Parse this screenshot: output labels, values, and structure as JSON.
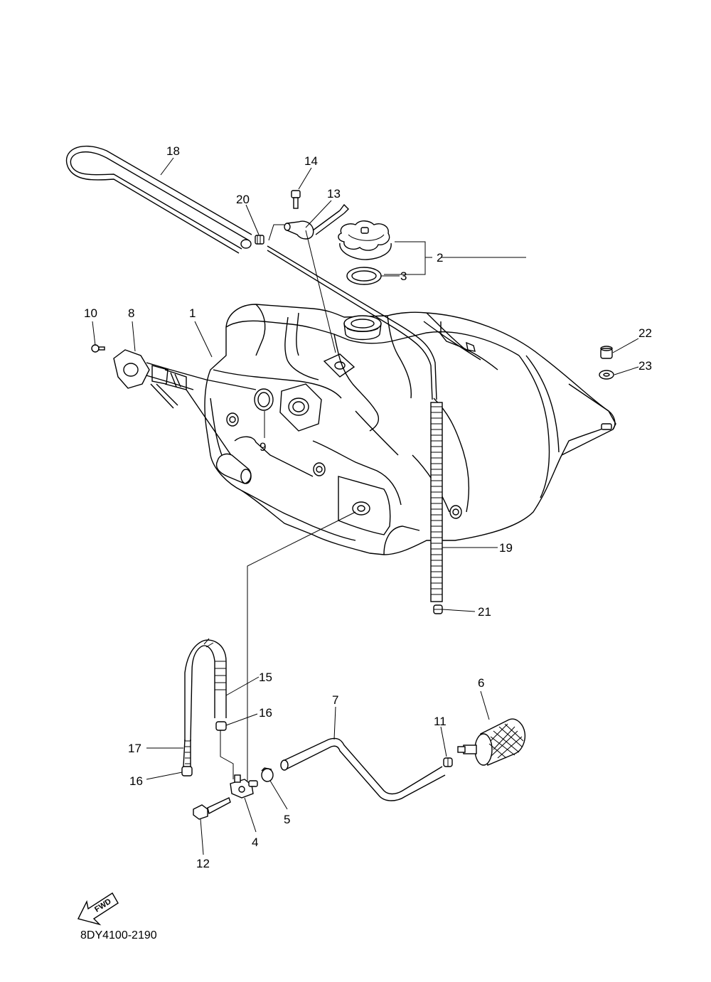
{
  "diagram_code": "8DY4100-2190",
  "fwd_label": "FWD",
  "labels": [
    {
      "id": "1",
      "text": "1"
    },
    {
      "id": "2",
      "text": "2"
    },
    {
      "id": "3",
      "text": "3"
    },
    {
      "id": "4",
      "text": "4"
    },
    {
      "id": "5",
      "text": "5"
    },
    {
      "id": "6",
      "text": "6"
    },
    {
      "id": "7",
      "text": "7"
    },
    {
      "id": "8",
      "text": "8"
    },
    {
      "id": "9",
      "text": "9"
    },
    {
      "id": "10",
      "text": "10"
    },
    {
      "id": "11",
      "text": "11"
    },
    {
      "id": "12",
      "text": "12"
    },
    {
      "id": "13",
      "text": "13"
    },
    {
      "id": "14",
      "text": "14"
    },
    {
      "id": "15",
      "text": "15"
    },
    {
      "id": "16a",
      "text": "16"
    },
    {
      "id": "16b",
      "text": "16"
    },
    {
      "id": "17",
      "text": "17"
    },
    {
      "id": "18",
      "text": "18"
    },
    {
      "id": "19",
      "text": "19"
    },
    {
      "id": "20",
      "text": "20"
    },
    {
      "id": "21",
      "text": "21"
    },
    {
      "id": "22",
      "text": "22"
    },
    {
      "id": "23",
      "text": "23"
    }
  ]
}
